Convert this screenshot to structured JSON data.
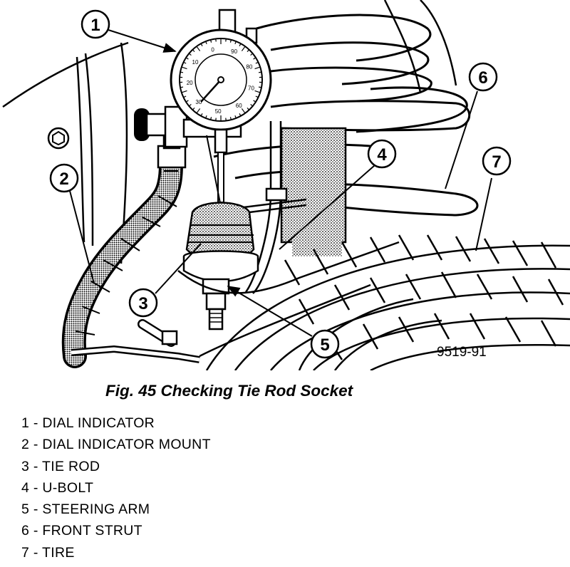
{
  "figure": {
    "code": "9519-91",
    "caption": "Fig. 45 Checking Tie Rod Socket",
    "dial_numbers": [
      "30",
      "20",
      "10",
      "0",
      "90",
      "80",
      "70",
      "60",
      "50"
    ]
  },
  "callouts": [
    "1",
    "2",
    "3",
    "4",
    "5",
    "6",
    "7"
  ],
  "legend": [
    {
      "label": "1 - DIAL INDICATOR"
    },
    {
      "label": "2 - DIAL INDICATOR MOUNT"
    },
    {
      "label": "3 - TIE ROD"
    },
    {
      "label": "4 - U-BOLT"
    },
    {
      "label": "5 - STEERING ARM"
    },
    {
      "label": "6 - FRONT STRUT"
    },
    {
      "label": "7 - TIRE"
    }
  ]
}
